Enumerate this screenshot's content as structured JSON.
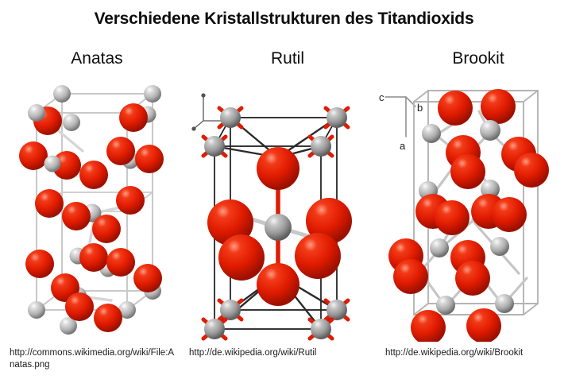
{
  "slide": {
    "title": "Verschiedene Kristallstrukturen des Titandioxids",
    "background_color": "#ffffff",
    "text_color": "#000000"
  },
  "palette": {
    "oxygen_red": "#e01b00",
    "oxygen_red_dark": "#a81000",
    "oxygen_highlight": "#ff8a70",
    "titanium_grey": "#b8b8b8",
    "titanium_grey_dark": "#7a7a7a",
    "titanium_highlight": "#f0f0f0",
    "rutile_ti_grey": "#9a9a9a",
    "cell_edge_light": "#c9c9c9",
    "cell_edge_dark": "#1a1a1a",
    "bond_light": "#d8d8d8"
  },
  "panels": [
    {
      "id": "anatas",
      "label": "Anatas",
      "caption": "http://commons.wikimedia.org/wiki/File:Anatas.png",
      "cell_edge_color": "#c9c9c9",
      "axis_labels": []
    },
    {
      "id": "rutil",
      "label": "Rutil",
      "caption": "http://de.wikipedia.org/wiki/Rutil",
      "cell_edge_color": "#1a1a1a",
      "axis_labels": []
    },
    {
      "id": "brookit",
      "label": "Brookit",
      "caption": "http://de.wikipedia.org/wiki/Brookit",
      "cell_edge_color": "#b4b4b4",
      "axis_labels": [
        "c",
        "b",
        "a"
      ]
    }
  ]
}
